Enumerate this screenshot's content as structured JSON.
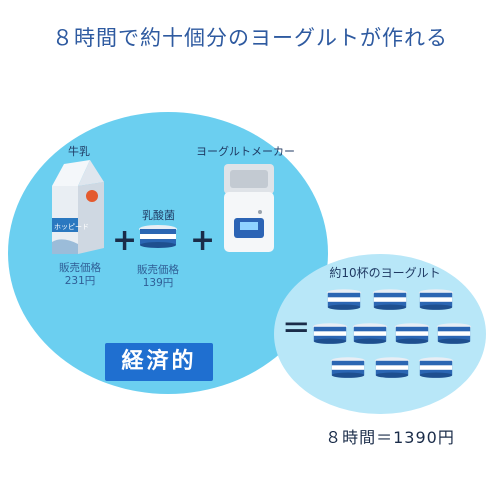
{
  "title": "８時間で約十個分のヨーグルトが作れる",
  "milk": {
    "label": "牛乳",
    "carton_text": "ホッピード",
    "price_line1": "販売価格",
    "price_line2": "231円"
  },
  "culture": {
    "label": "乳酸菌",
    "price_line1": "販売価格",
    "price_line2": "139円"
  },
  "maker": {
    "label": "ヨーグルトメーカー"
  },
  "operators": {
    "plus": "+",
    "equals": "="
  },
  "badge": {
    "text": "経済的"
  },
  "result": {
    "label": "約10杯のヨーグルト",
    "cost": "８時間＝1390円"
  },
  "colors": {
    "title": "#2e5aa0",
    "bubble_main": "#6bcff0",
    "bubble_result": "#b8e7f8",
    "badge_bg": "#1f6fd0"
  },
  "icons": [
    "milk-carton-icon",
    "yogurt-cup-icon",
    "yogurt-maker-icon"
  ]
}
